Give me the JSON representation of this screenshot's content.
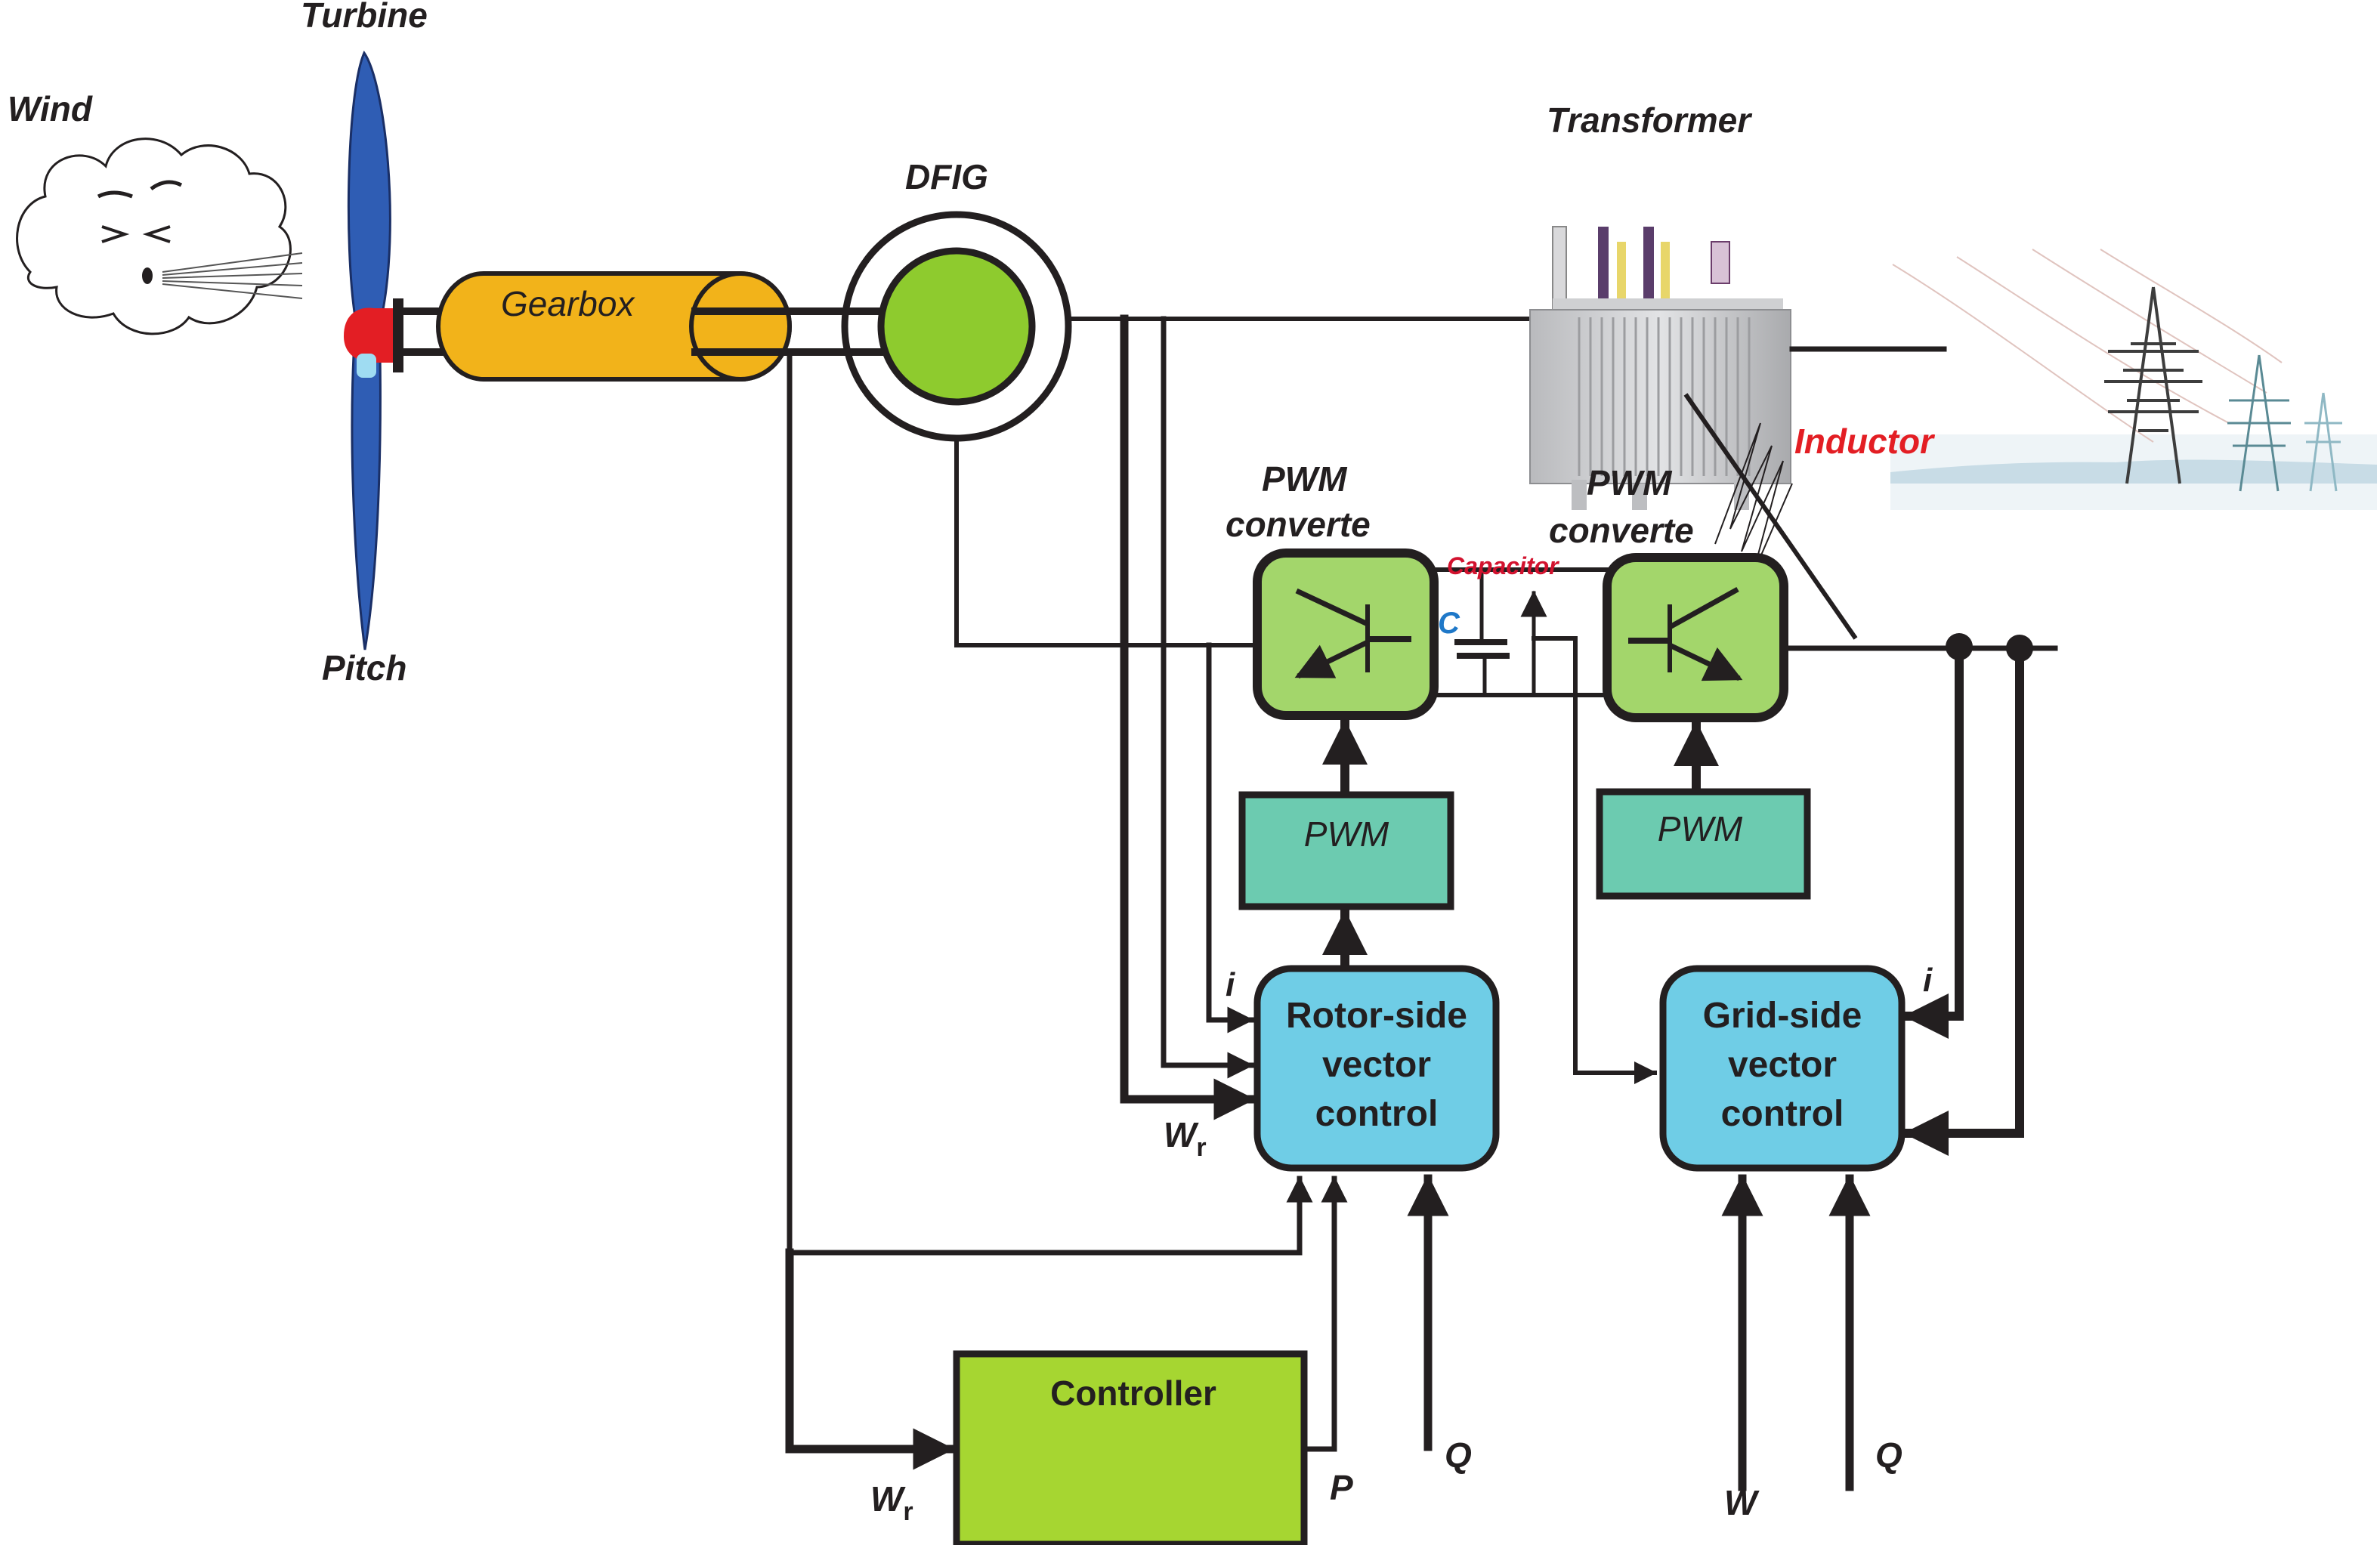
{
  "diagram": {
    "title": "DFIG wind turbine control system",
    "labels": {
      "wind": "Wind",
      "turbine": "Turbine",
      "pitch": "Pitch",
      "gearbox": "Gearbox",
      "dfig": "DFIG",
      "transformer": "Transformer",
      "inductor": "Inductor",
      "capacitor": "Capacitor",
      "capacitor_symbol": "C",
      "pwm_converter_rotor_line1": "PWM",
      "pwm_converter_rotor_line2": "converte",
      "pwm_converter_grid_line1": "PWM",
      "pwm_converter_grid_line2": "converte"
    },
    "blocks": {
      "pwm_rotor": "PWM",
      "pwm_grid": "PWM",
      "rotor_side": [
        "Rotor-side",
        "vector",
        "control"
      ],
      "grid_side": [
        "Grid-side",
        "vector",
        "control"
      ],
      "controller": "Controller"
    },
    "signals": {
      "i_rotor": "i",
      "wr_rotor": "W",
      "wr_rotor_sub": "r",
      "i_grid": "i",
      "wr_controller": "W",
      "wr_controller_sub": "r",
      "p": "P",
      "q_rotor": "Q",
      "w_grid": "W",
      "q_grid": "Q"
    },
    "colors": {
      "blade": "#2f5db4",
      "hub": "#e31e24",
      "gearbox": "#f2b31a",
      "dfig_rotor": "#8ecb2e",
      "converter": "#a3d66b",
      "pwm_block": "#6ccbb0",
      "vector_control": "#6fcde6",
      "controller": "#a6d631",
      "inductor_label": "#e31e24",
      "capacitor_label": "#d2122e",
      "capacitor_symbol": "#1f78c8",
      "line": "#231f20"
    }
  }
}
